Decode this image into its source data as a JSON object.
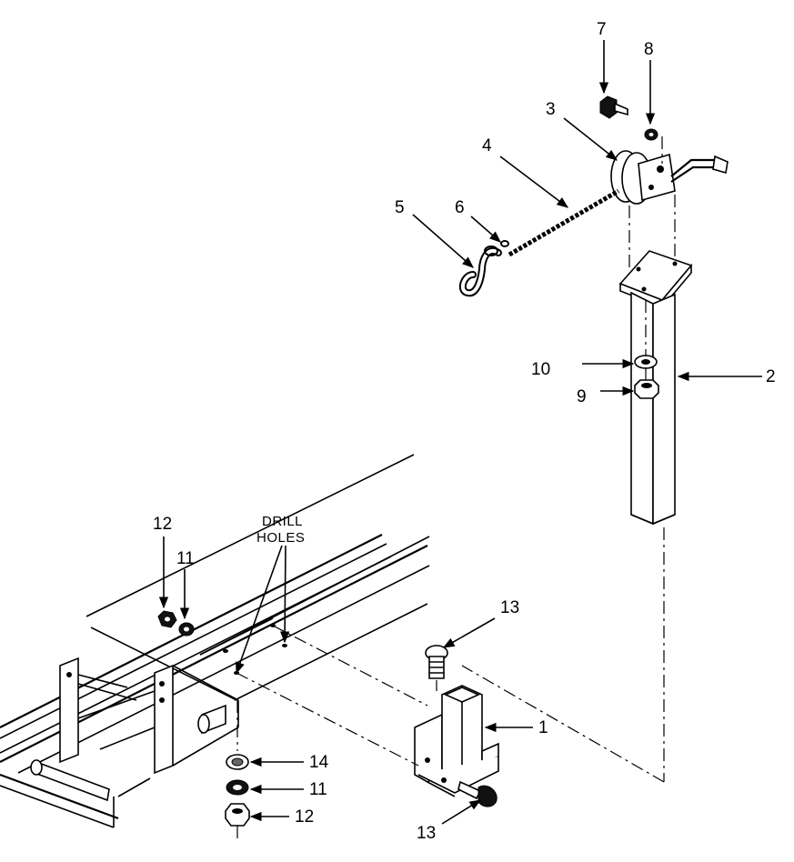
{
  "callouts": {
    "c1": "1",
    "c2": "2",
    "c3": "3",
    "c4": "4",
    "c5": "5",
    "c6": "6",
    "c7": "7",
    "c8": "8",
    "c9": "9",
    "c10": "10",
    "c11_top": "11",
    "c12_top": "12",
    "c13_top": "13",
    "c14": "14",
    "c11_bottom": "11",
    "c12_bottom": "12",
    "c13_bottom": "13"
  },
  "note": {
    "line1": "DRILL",
    "line2": "HOLES"
  }
}
